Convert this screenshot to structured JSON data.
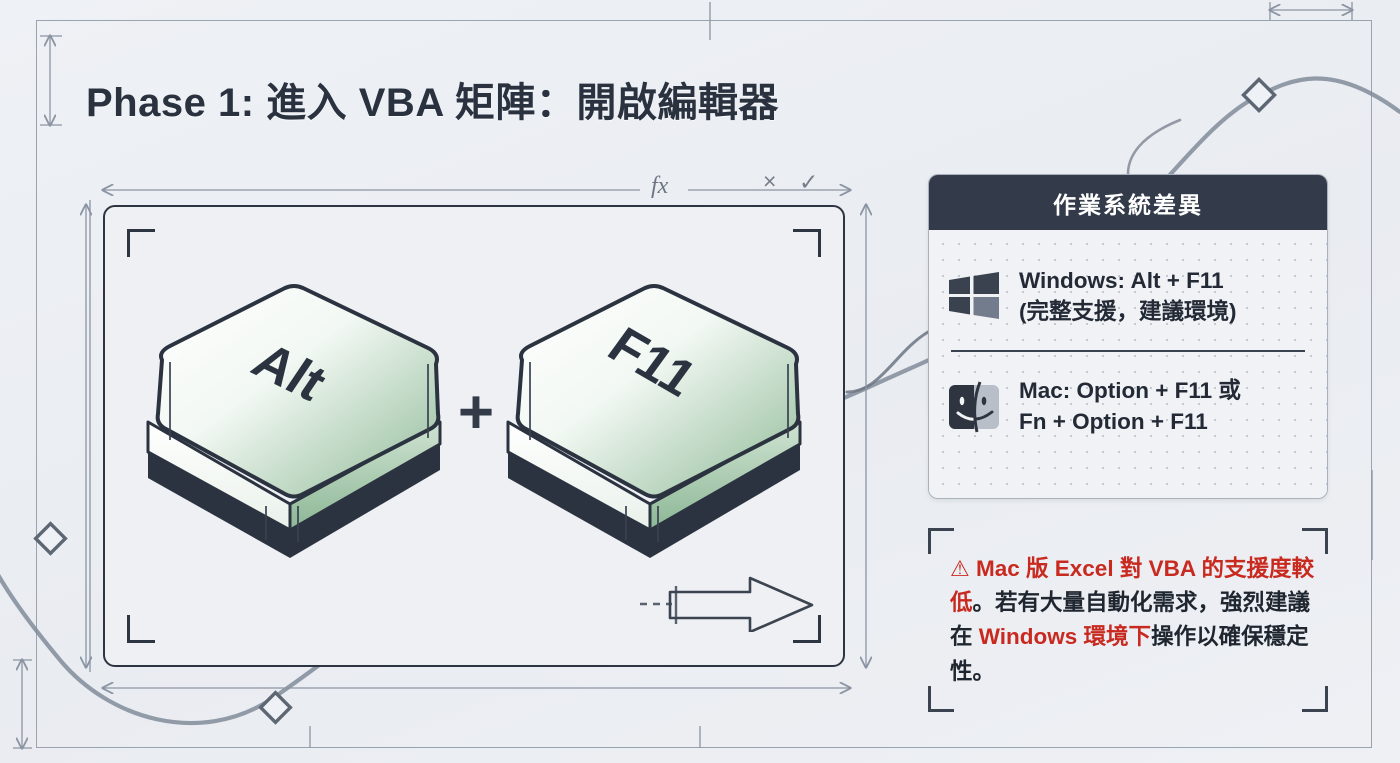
{
  "page": {
    "title": "Phase 1: 進入 VBA 矩陣：開啟編輯器",
    "background_color": "#edf0f4",
    "accent_dark": "#333b4a",
    "accent_red": "#c92a20",
    "key_green": "#7fb38a"
  },
  "formula_bar": {
    "fx_label": "fx",
    "cancel_icon": "×",
    "confirm_icon": "✓"
  },
  "keys": {
    "first": {
      "label": "Alt",
      "name": "alt-key"
    },
    "separator": "+",
    "second": {
      "label": "F11",
      "name": "f11-key"
    }
  },
  "os_card": {
    "header": "作業系統差異",
    "rows": [
      {
        "icon": "windows-logo-icon",
        "text": "Windows: Alt + F11\n(完整支援，建議環境)"
      },
      {
        "icon": "mac-finder-icon",
        "text": "Mac: Option + F11 或\nFn + Option + F11"
      }
    ]
  },
  "warning": {
    "icon": "warning-triangle-icon",
    "segments": [
      {
        "text": "Mac 版 Excel 對 VBA 的支援度較低",
        "emphasis": true
      },
      {
        "text": "。若有大量自動化需求，強烈建議在 ",
        "emphasis": false
      },
      {
        "text": "Windows 環境下",
        "emphasis": true
      },
      {
        "text": "操作以確保穩定性。",
        "emphasis": false
      }
    ],
    "full_text": "⚠ Mac 版 Excel 對 VBA 的支援度較低。若有大量自動化需求，強烈建議在 Windows 環境下操作以確保穩定性。"
  }
}
